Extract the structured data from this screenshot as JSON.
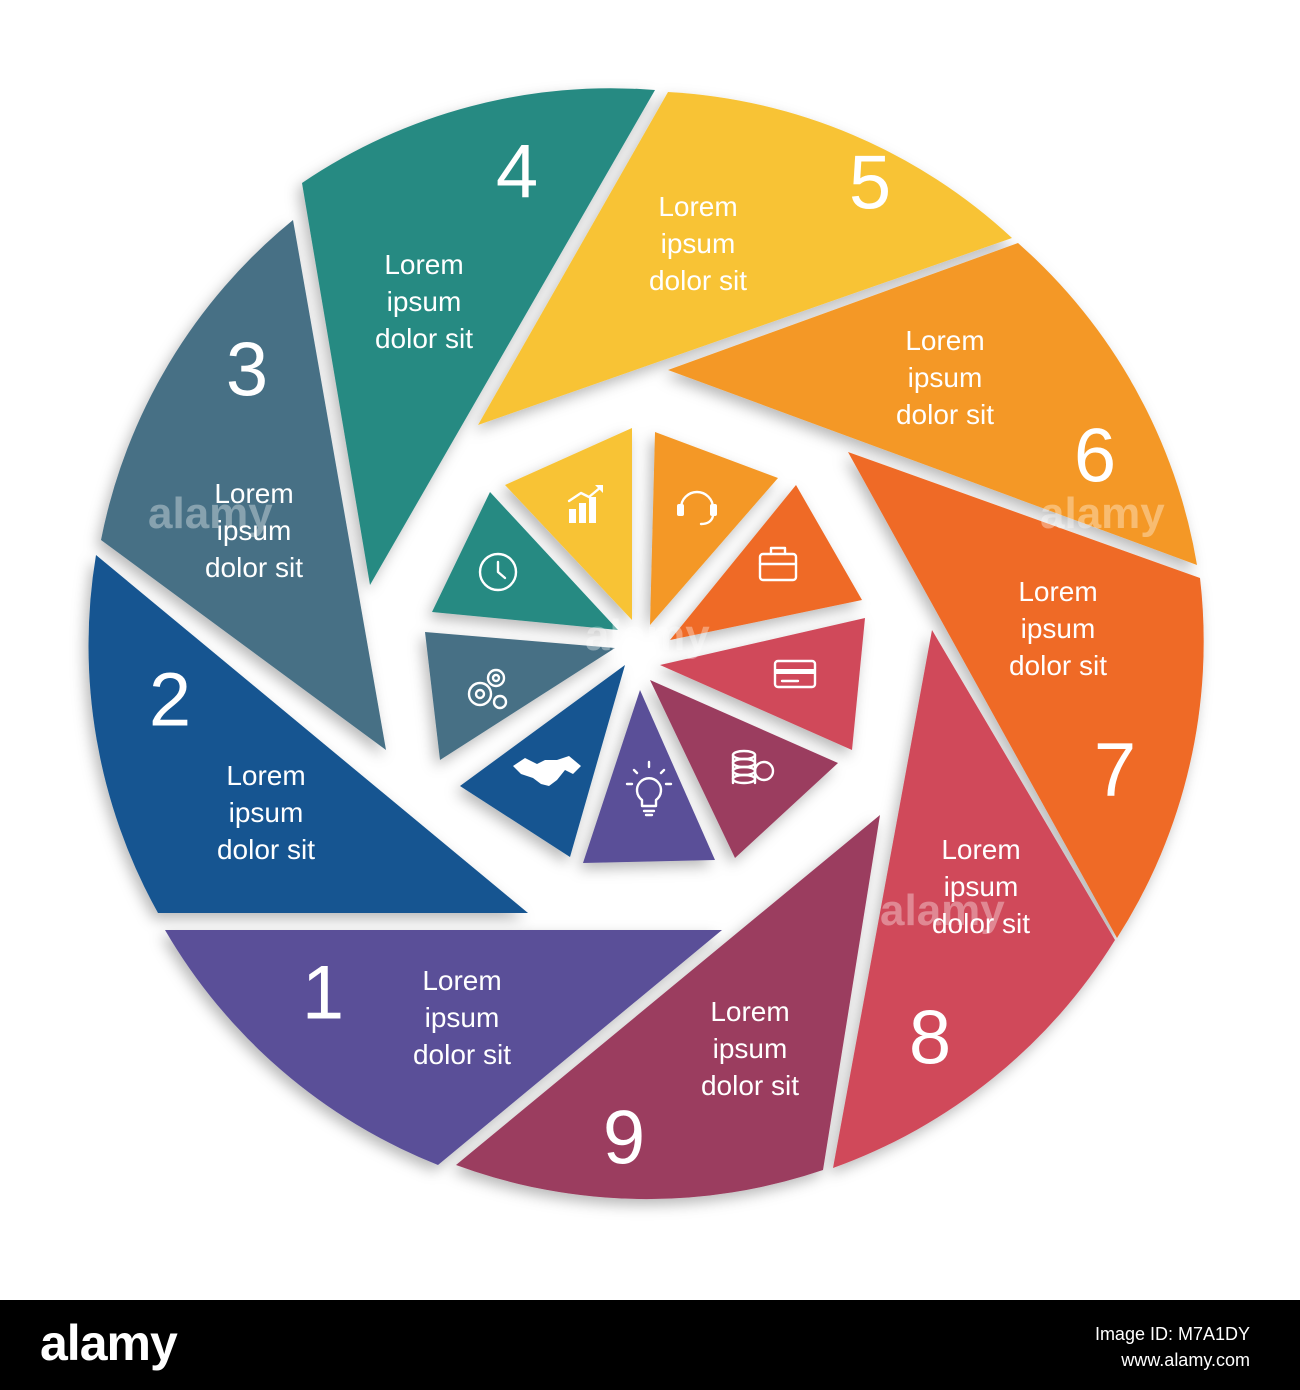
{
  "colors": {
    "s1": "#5a4f98",
    "s2": "#145591",
    "s3": "#476f85",
    "s4": "#278a82",
    "s5": "#f8c336",
    "s6": "#f49828",
    "s7": "#ef6a25",
    "s8": "#d04a5a",
    "s9": "#9b3c5e"
  },
  "segments": [
    {
      "number": "1",
      "text": [
        "Lorem",
        "ipsum",
        "dolor sit"
      ]
    },
    {
      "number": "2",
      "text": [
        "Lorem",
        "ipsum",
        "dolor sit"
      ]
    },
    {
      "number": "3",
      "text": [
        "Lorem",
        "ipsum",
        "dolor sit"
      ]
    },
    {
      "number": "4",
      "text": [
        "Lorem",
        "ipsum",
        "dolor sit"
      ]
    },
    {
      "number": "5",
      "text": [
        "Lorem",
        "ipsum",
        "dolor sit"
      ]
    },
    {
      "number": "6",
      "text": [
        "Lorem",
        "ipsum",
        "dolor sit"
      ]
    },
    {
      "number": "7",
      "text": [
        "Lorem",
        "ipsum",
        "dolor sit"
      ]
    },
    {
      "number": "8",
      "text": [
        "Lorem",
        "ipsum",
        "dolor sit"
      ]
    },
    {
      "number": "9",
      "text": [
        "Lorem",
        "ipsum",
        "dolor sit"
      ]
    }
  ],
  "inner_icons": [
    "handshake-icon",
    "gears-icon",
    "clock-icon",
    "growth-chart-icon",
    "headset-icon",
    "briefcase-icon",
    "credit-card-icon",
    "coins-icon",
    "lightbulb-icon"
  ],
  "watermark": {
    "text": "alamy"
  },
  "footer": {
    "brand": "alamy",
    "image_id": "Image ID: M7A1DY",
    "url": "www.alamy.com"
  }
}
